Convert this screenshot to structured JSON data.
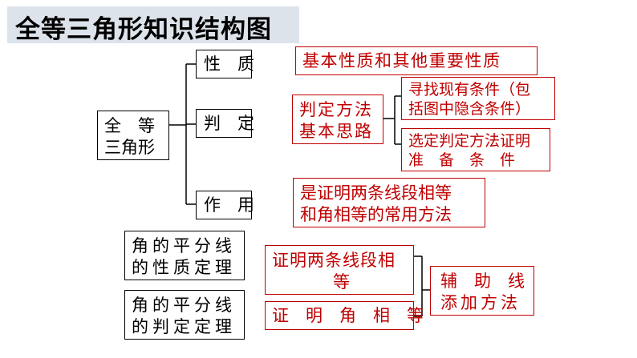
{
  "title": "全等三角形知识结构图",
  "nodes": {
    "root": {
      "line1": "全　等",
      "line2": "三角形"
    },
    "property": "性　质",
    "judgement": "判　定",
    "function": "作　用",
    "basic_properties": "基本性质和其他重要性质",
    "judge_method": {
      "line1": "判定方法",
      "line2": "基本思路"
    },
    "find_conditions": {
      "line1": "寻找现有条件（包",
      "line2": "括图中隐含条件）"
    },
    "choose_method": {
      "line1": "选定判定方法证明",
      "line2": "准　备　条　件"
    },
    "usage": {
      "line1": "是证明两条线段相等",
      "line2": "和角相等的常用方法"
    },
    "bisector_property": {
      "line1": "角的平分线",
      "line2": "的性质定理"
    },
    "bisector_judgement": {
      "line1": "角的平分线",
      "line2": "的判定定理"
    },
    "prove_segments": {
      "line1": "证明两条线段相",
      "line2": "等"
    },
    "prove_angles": "证　明　角　相　等",
    "aux_lines": {
      "line1": "辅　助　线",
      "line2": "添加方法"
    }
  },
  "colors": {
    "accent": "#c00000",
    "title_bg": "#dde3ea",
    "line": "#000000"
  }
}
